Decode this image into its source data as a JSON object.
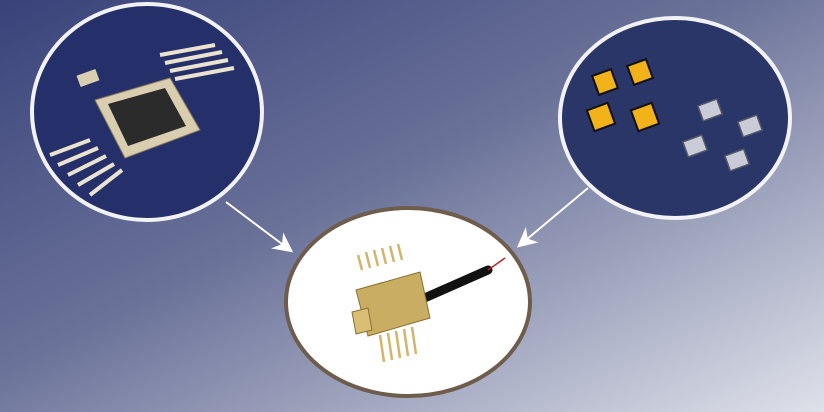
{
  "colors": {
    "bg_dark": "#3b4579",
    "bg_light": "#dcdee8",
    "circle_dark": "#25306a",
    "circle_border": "#f2f2f5",
    "result_border": "#6e5c4c",
    "result_fill": "#ffffff",
    "gold": "#c9ad62",
    "chip_yellow": "#f2b21a",
    "chip_silver": "#c9ccd6",
    "fiber": "#1a1a1a"
  },
  "items": [
    {
      "name": "butterfly-package"
    },
    {
      "name": "laser-chips"
    },
    {
      "name": "packaged-laser-module"
    }
  ]
}
